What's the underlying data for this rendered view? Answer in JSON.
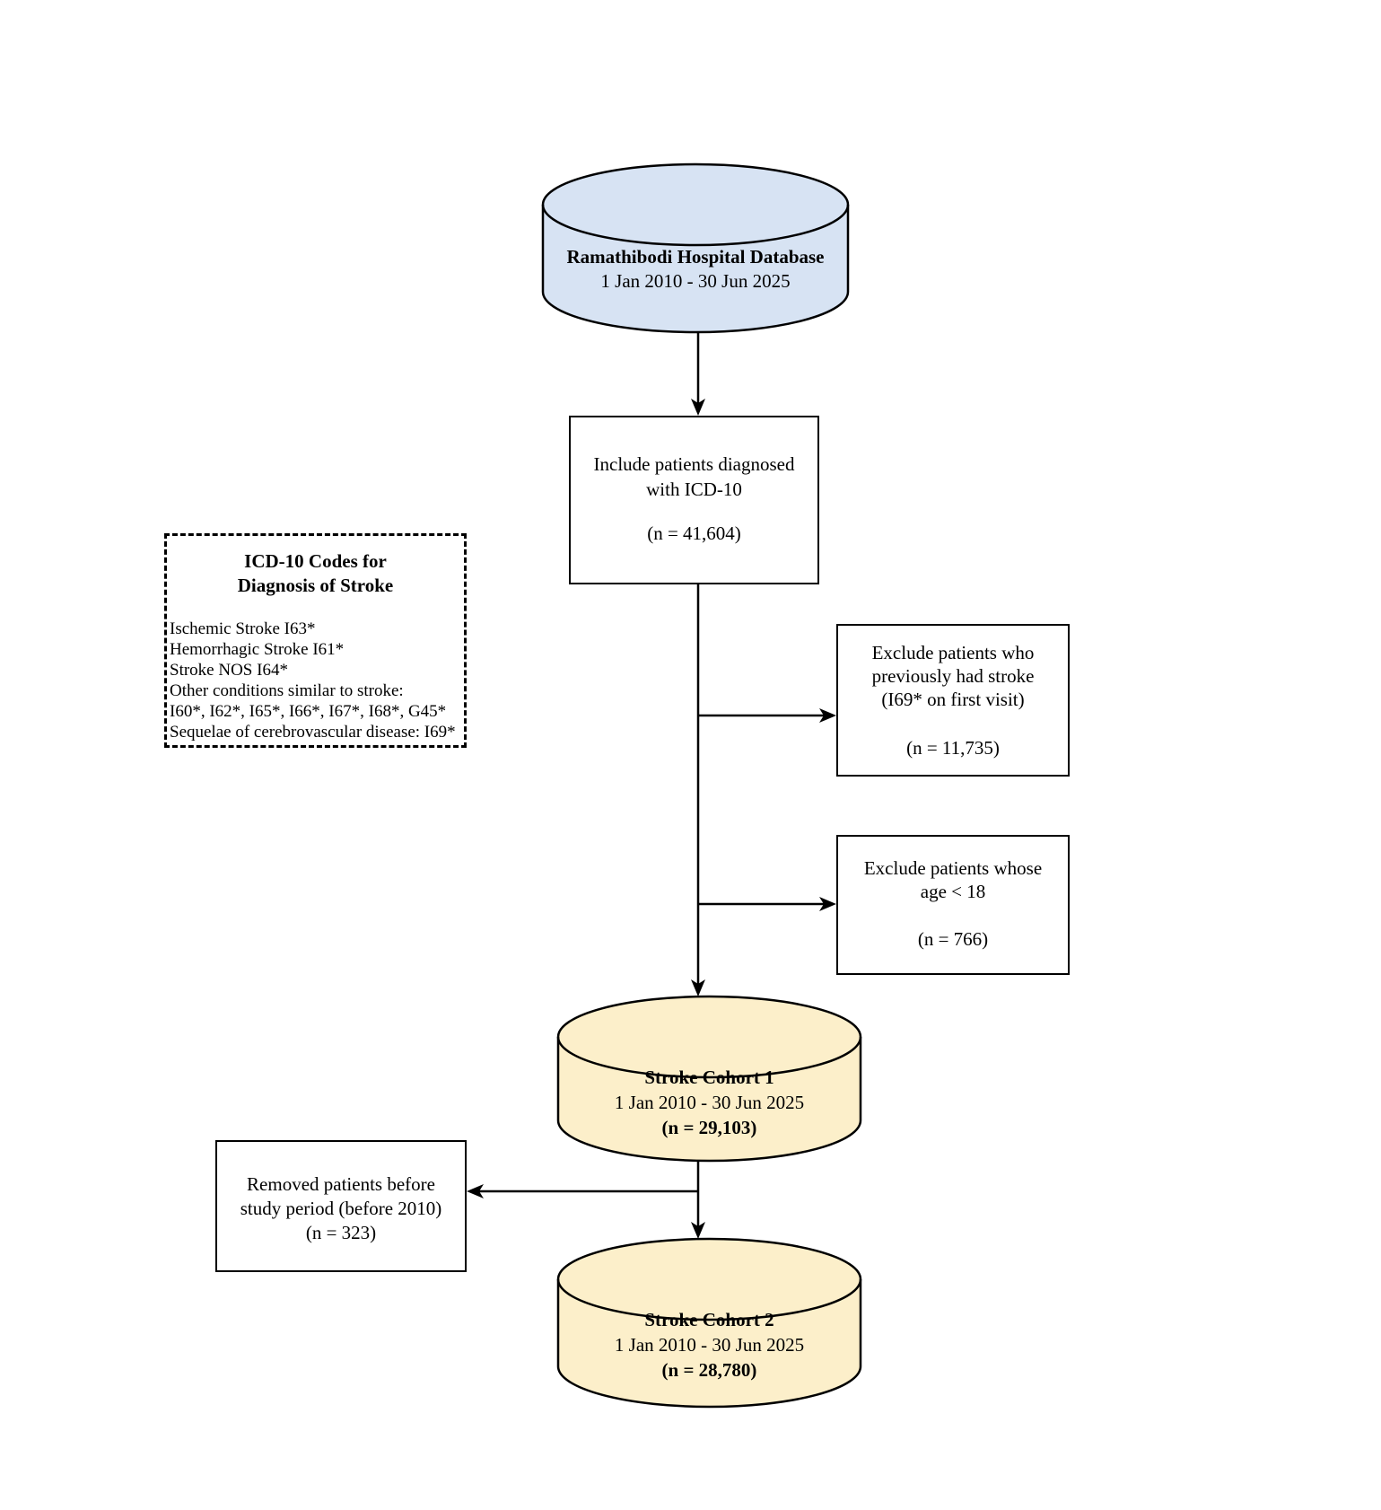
{
  "diagram": {
    "database": {
      "title": "Ramathibodi Hospital Database",
      "period": "1 Jan 2010 - 30 Jun 2025"
    },
    "include_box": {
      "line1": "Include patients diagnosed",
      "line2": "with ICD-10",
      "n": "(n = 41,604)"
    },
    "icd_codes_box": {
      "title_line1": "ICD-10 Codes for",
      "title_line2": "Diagnosis of Stroke",
      "items": [
        "Ischemic Stroke I63*",
        "Hemorrhagic Stroke I61*",
        "Stroke NOS I64*",
        "Other conditions similar to stroke:",
        "I60*, I62*, I65*, I66*, I67*, I68*, G45*",
        "Sequelae of cerebrovascular disease: I69*"
      ]
    },
    "exclude_stroke_box": {
      "line1": "Exclude patients who",
      "line2": "previously had stroke",
      "line3": "(I69* on first visit)",
      "n": "(n = 11,735)"
    },
    "exclude_age_box": {
      "line1": "Exclude patients whose",
      "line2": "age < 18",
      "n": "(n = 766)"
    },
    "cohort1": {
      "title": "Stroke Cohort 1",
      "period": "1 Jan 2010 - 30 Jun 2025",
      "n": "(n = 29,103)"
    },
    "removed_box": {
      "line1": "Removed patients before",
      "line2": "study period (before 2010)",
      "n": "(n = 323)"
    },
    "cohort2": {
      "title": "Stroke Cohort 2",
      "period": "1 Jan 2010 - 30 Jun 2025",
      "n": "(n = 28,780)"
    },
    "colors": {
      "database_fill": "#d7e3f3",
      "cohort_fill": "#fcefca",
      "stroke": "#000000"
    }
  }
}
